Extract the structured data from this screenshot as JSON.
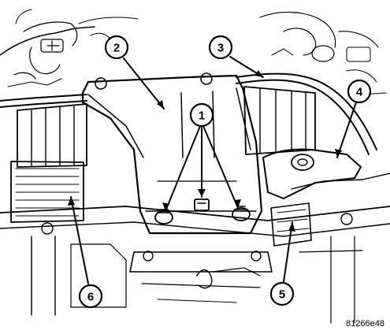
{
  "figure": {
    "id": "81266e48",
    "callouts": [
      {
        "label": "1"
      },
      {
        "label": "2"
      },
      {
        "label": "3"
      },
      {
        "label": "4"
      },
      {
        "label": "5"
      },
      {
        "label": "6"
      }
    ]
  }
}
